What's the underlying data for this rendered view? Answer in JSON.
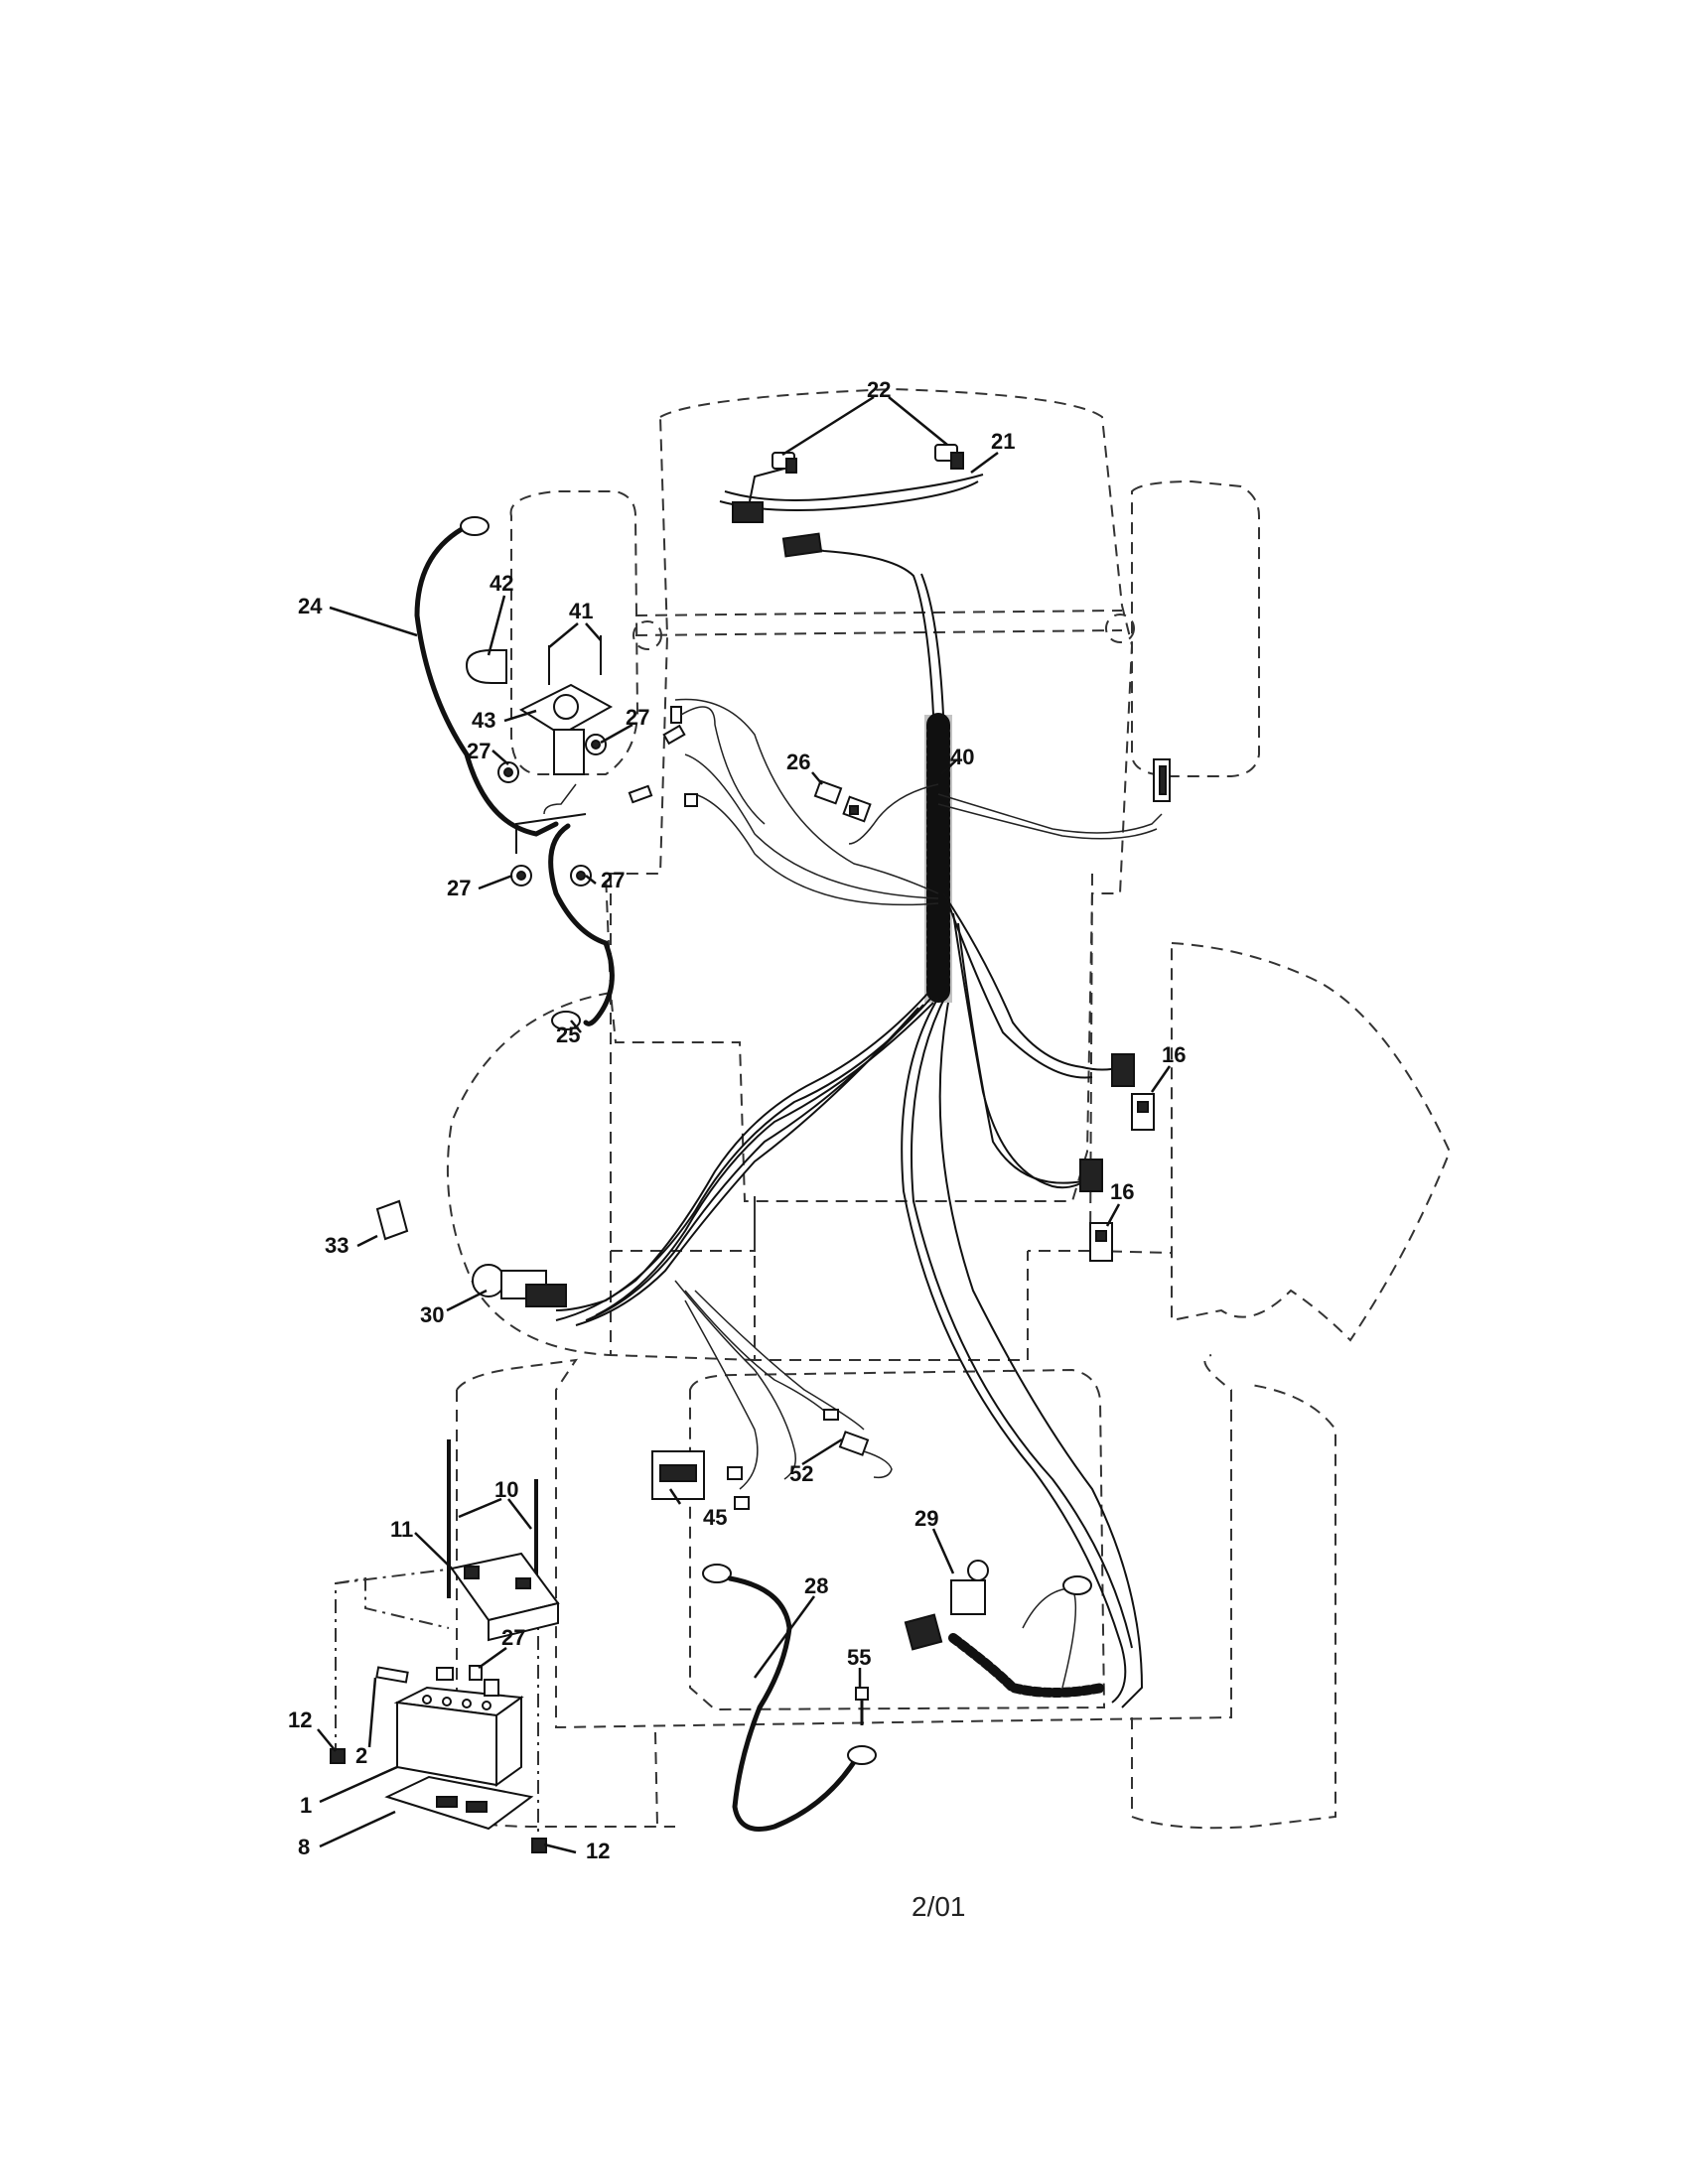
{
  "diagram": {
    "callouts": [
      {
        "id": "c22",
        "label": "22"
      },
      {
        "id": "c21",
        "label": "21"
      },
      {
        "id": "c24",
        "label": "24"
      },
      {
        "id": "c42",
        "label": "42"
      },
      {
        "id": "c41",
        "label": "41"
      },
      {
        "id": "c43",
        "label": "43"
      },
      {
        "id": "c27a",
        "label": "27"
      },
      {
        "id": "c27b",
        "label": "27"
      },
      {
        "id": "c27c",
        "label": "27"
      },
      {
        "id": "c27d",
        "label": "27"
      },
      {
        "id": "c26",
        "label": "26"
      },
      {
        "id": "c40",
        "label": "40"
      },
      {
        "id": "c25",
        "label": "25"
      },
      {
        "id": "c16a",
        "label": "16"
      },
      {
        "id": "c16b",
        "label": "16"
      },
      {
        "id": "c33",
        "label": "33"
      },
      {
        "id": "c30",
        "label": "30"
      },
      {
        "id": "c10",
        "label": "10"
      },
      {
        "id": "c11",
        "label": "11"
      },
      {
        "id": "c52",
        "label": "52"
      },
      {
        "id": "c45",
        "label": "45"
      },
      {
        "id": "c29",
        "label": "29"
      },
      {
        "id": "c28",
        "label": "28"
      },
      {
        "id": "c27e",
        "label": "27"
      },
      {
        "id": "c55",
        "label": "55"
      },
      {
        "id": "c12a",
        "label": "12"
      },
      {
        "id": "c2",
        "label": "2"
      },
      {
        "id": "c1",
        "label": "1"
      },
      {
        "id": "c8",
        "label": "8"
      },
      {
        "id": "c12b",
        "label": "12"
      }
    ],
    "footer_date": "2/01"
  }
}
